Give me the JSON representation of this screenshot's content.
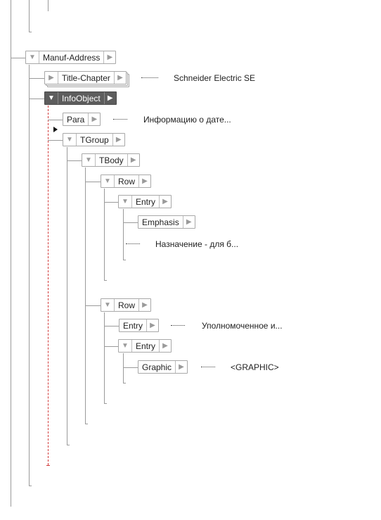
{
  "nodes": {
    "manuf_address": {
      "toggle": "▼",
      "label": "Manuf-Address",
      "arrow": "▶"
    },
    "title_chapter": {
      "toggle": "▶",
      "label": "Title-Chapter",
      "arrow": "▶"
    },
    "info_object": {
      "toggle": "▼",
      "label": "InfoObject",
      "arrow": "▶"
    },
    "para": {
      "label": "Para",
      "arrow": "▶"
    },
    "tgroup": {
      "toggle": "▼",
      "label": "TGroup",
      "arrow": "▶"
    },
    "tbody": {
      "toggle": "▼",
      "label": "TBody",
      "arrow": "▶"
    },
    "row1": {
      "toggle": "▼",
      "label": "Row",
      "arrow": "▶"
    },
    "entry1": {
      "toggle": "▼",
      "label": "Entry",
      "arrow": "▶"
    },
    "emphasis": {
      "label": "Emphasis",
      "arrow": "▶"
    },
    "row2": {
      "toggle": "▼",
      "label": "Row",
      "arrow": "▶"
    },
    "entry2": {
      "label": "Entry",
      "arrow": "▶"
    },
    "entry3": {
      "toggle": "▼",
      "label": "Entry",
      "arrow": "▶"
    },
    "graphic": {
      "label": "Graphic",
      "arrow": "▶"
    }
  },
  "texts": {
    "title_chapter_text": "Schneider Electric SE",
    "para_text": "Информацию о дате...",
    "emphasis_sibling_text": "Назначение - для б...",
    "entry2_text": "Уполномоченное и...",
    "graphic_text": "<GRAPHIC>"
  }
}
